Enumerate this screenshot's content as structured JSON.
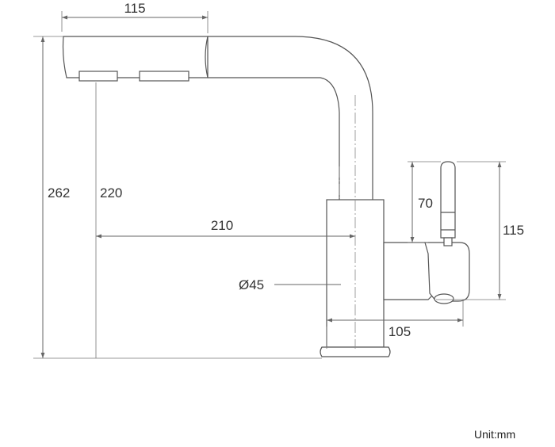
{
  "dimensions": {
    "spout_head_length": "115",
    "total_height": "262",
    "spout_height": "220",
    "reach": "210",
    "body_diameter": "Ø45",
    "handle_projection": "105",
    "handle_height": "115",
    "handle_lever": "70"
  },
  "unit_label": "Unit:mm",
  "colors": {
    "line": "#555555",
    "text": "#333333"
  }
}
